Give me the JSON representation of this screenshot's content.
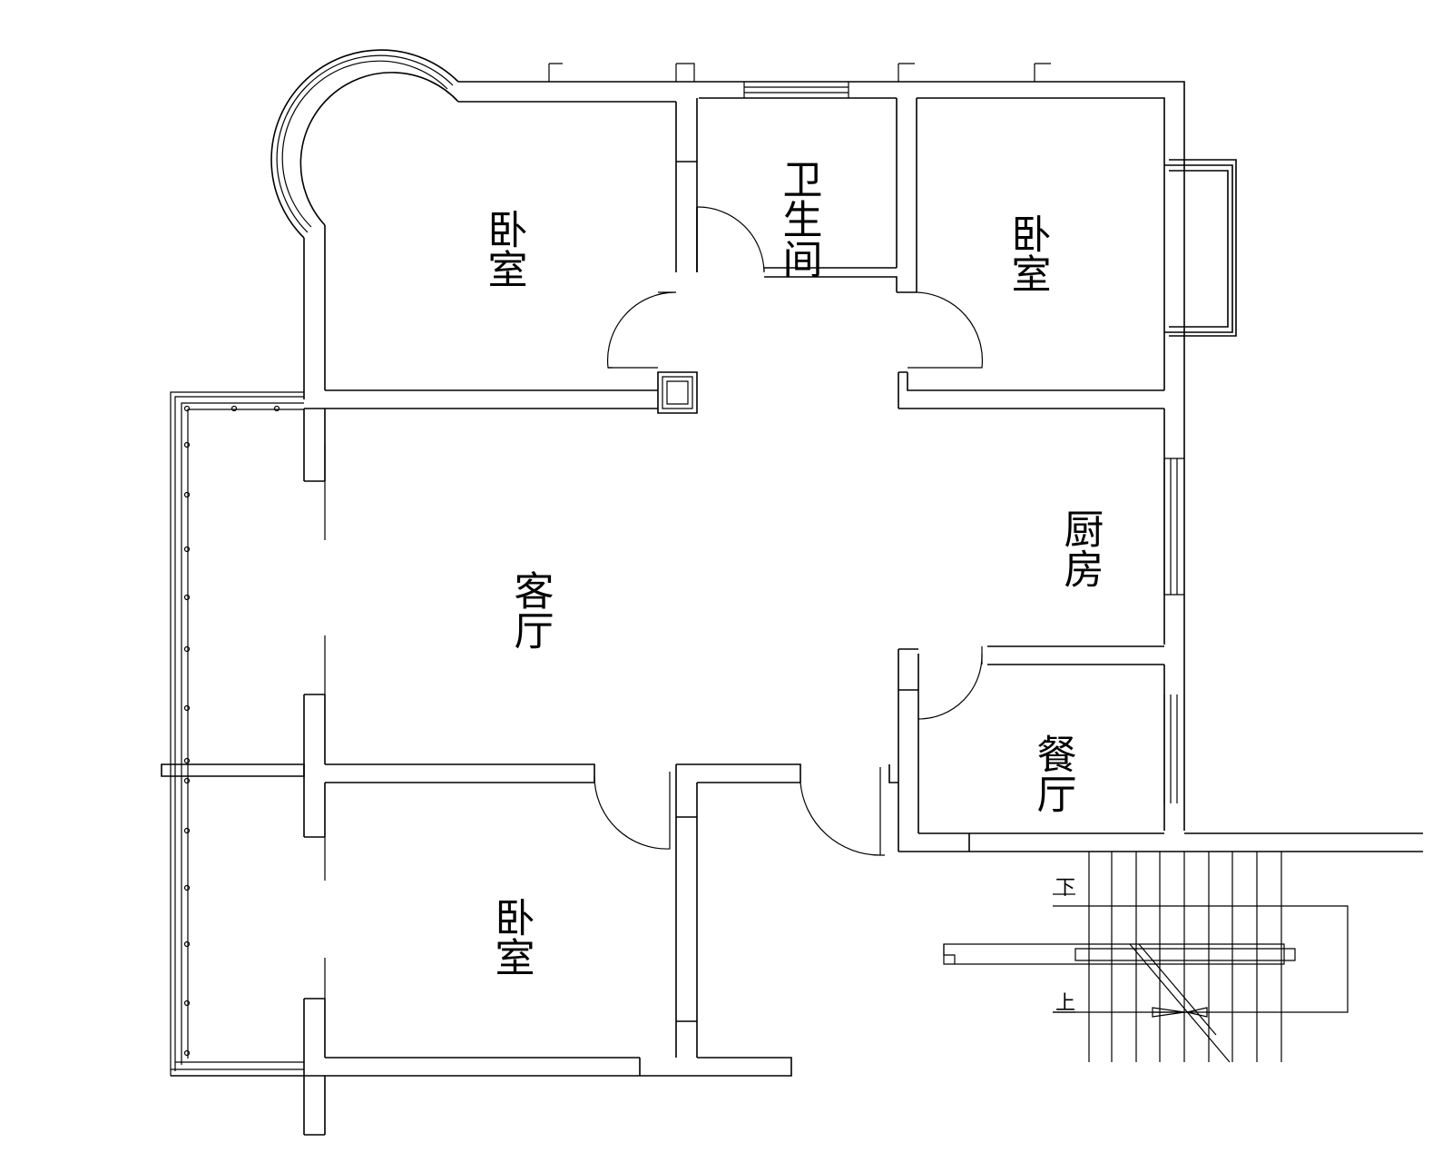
{
  "rooms": [
    {
      "key": "bedroom_nw",
      "label": "卧室"
    },
    {
      "key": "bathroom",
      "label": "卫生间"
    },
    {
      "key": "bedroom_ne",
      "label": "卧室"
    },
    {
      "key": "living",
      "label": "客厅"
    },
    {
      "key": "kitchen",
      "label": "厨房"
    },
    {
      "key": "dining",
      "label": "餐厅"
    },
    {
      "key": "bedroom_s",
      "label": "卧室"
    }
  ],
  "stairs": {
    "down_label": "下",
    "up_label": "上"
  },
  "colors": {
    "line": "#000000",
    "background": "#ffffff"
  }
}
